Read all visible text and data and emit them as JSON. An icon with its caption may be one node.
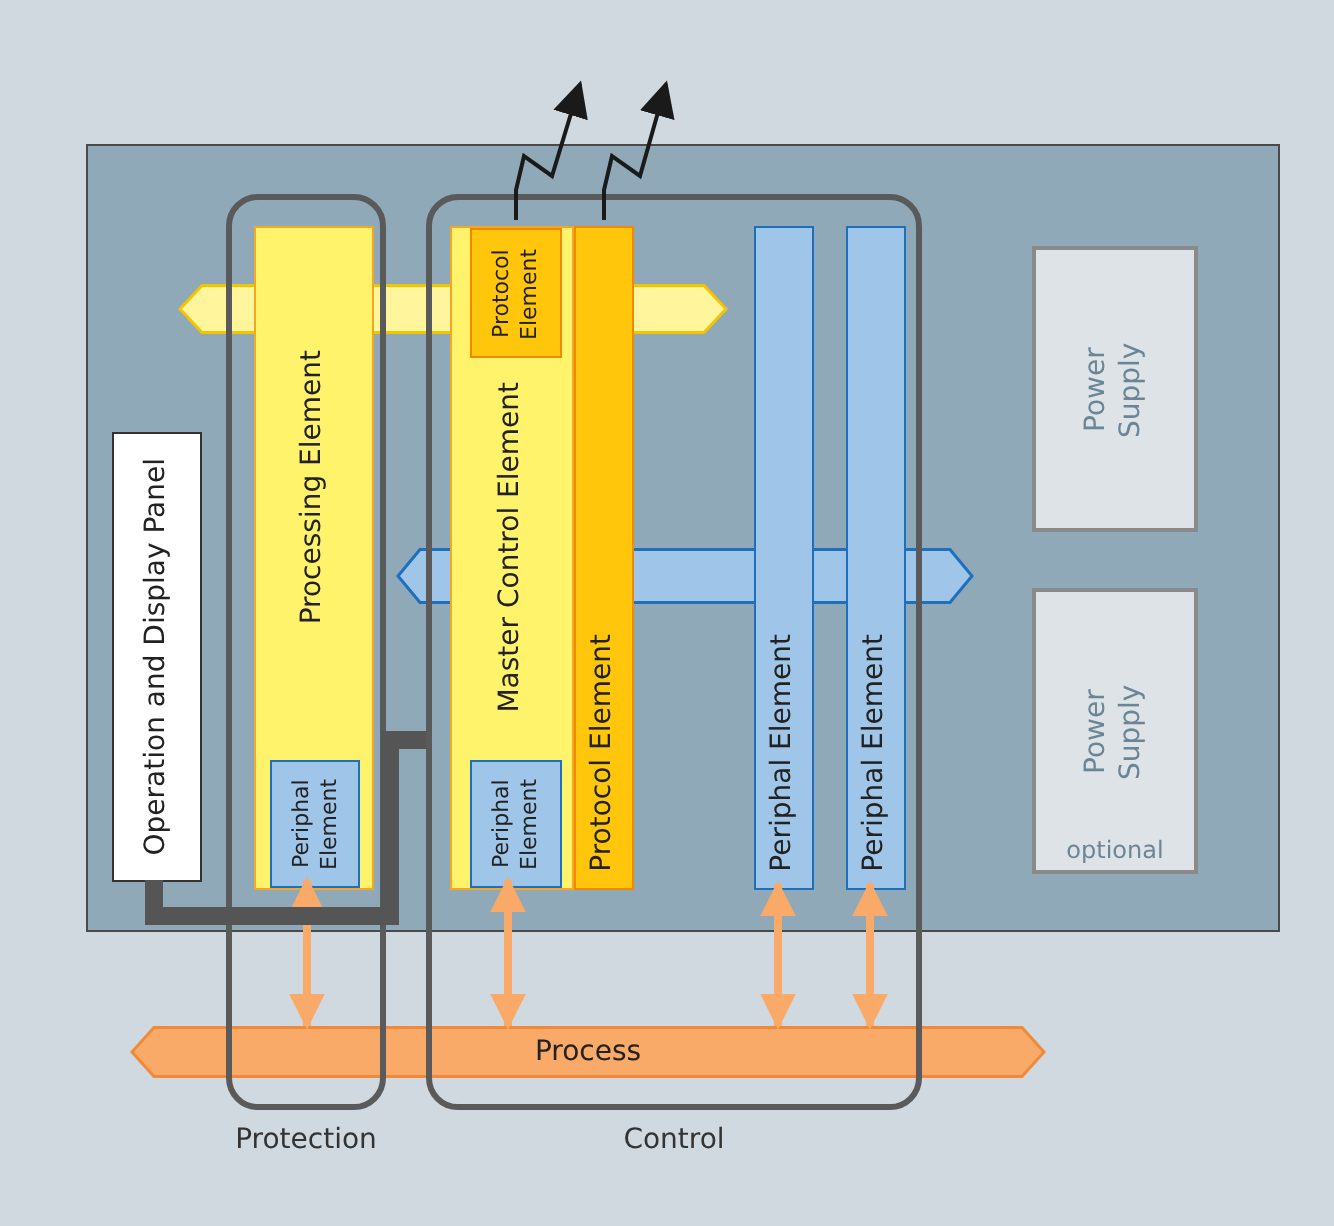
{
  "diagram": {
    "nodes": [
      {
        "text": [],
        "shape": "box"
      },
      {
        "text": [
          "Protection"
        ]
      },
      {
        "text": [
          "Control"
        ]
      },
      {
        "text": [
          "Operation and Display Panel"
        ],
        "in": 0
      },
      {
        "text": [
          "Processing Element"
        ],
        "in": 1
      },
      {
        "text": [
          "Periphal Element"
        ],
        "in": 4
      },
      {
        "text": [
          "Master Control Element"
        ],
        "in": 2
      },
      {
        "text": [
          "Protocol Element"
        ],
        "in": 6
      },
      {
        "text": [
          "Periphal Element"
        ],
        "in": 6
      },
      {
        "text": [
          "Protocol Element"
        ],
        "in": 2
      },
      {
        "text": [
          "Periphal Element"
        ],
        "in": 2
      },
      {
        "text": [
          "Periphal Element"
        ],
        "in": 2
      },
      {
        "text": [
          "Power Supply"
        ],
        "in": 0
      },
      {
        "text": [
          "Power Supply",
          "optional"
        ],
        "in": 0
      },
      {
        "text": [
          "Process"
        ]
      },
      {
        "text": [],
        "shape": "bar",
        "in": 0
      },
      {
        "text": [],
        "shape": "bar",
        "in": 0
      }
    ],
    "edges": [
      {
        "from": 5,
        "to": 14,
        "arrow": "both"
      },
      {
        "from": 8,
        "to": 14,
        "arrow": "both"
      },
      {
        "from": 10,
        "to": 14,
        "arrow": "both"
      },
      {
        "from": 11,
        "to": 14,
        "arrow": "both"
      },
      {
        "from": 3,
        "to": 2,
        "arrow": "none",
        "style": "thick",
        "color": "#555555"
      },
      {
        "from": 7,
        "to": null,
        "arrow": "to",
        "color": "#1a1a1a"
      },
      {
        "from": 9,
        "to": null,
        "arrow": "to",
        "color": "#1a1a1a"
      }
    ]
  }
}
